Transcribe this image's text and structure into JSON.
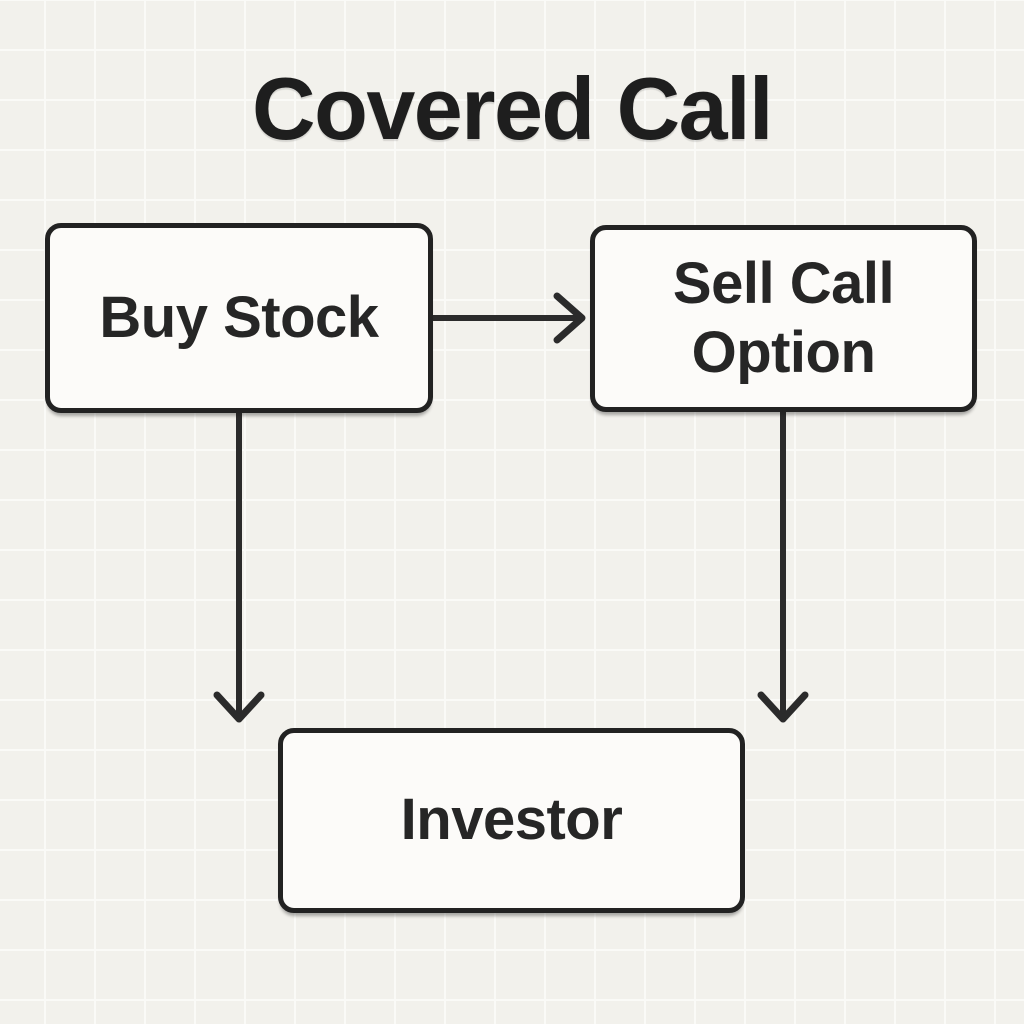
{
  "title": "Covered Call",
  "nodes": [
    {
      "id": "buy-stock",
      "label": "Buy Stock"
    },
    {
      "id": "sell-call-option",
      "label": "Sell Call Option"
    },
    {
      "id": "investor",
      "label": "Investor"
    }
  ],
  "edges": [
    {
      "from": "buy-stock",
      "to": "sell-call-option",
      "style": "arrow-right"
    },
    {
      "from": "buy-stock",
      "to": "investor",
      "style": "arrow-down"
    },
    {
      "from": "sell-call-option",
      "to": "investor",
      "style": "arrow-down"
    }
  ],
  "colors": {
    "bg": "#f2f1ec",
    "grid": "#fafaf7",
    "ink": "#222222",
    "node-fill": "#fcfbf9",
    "arrow": "#2b2b2b"
  }
}
